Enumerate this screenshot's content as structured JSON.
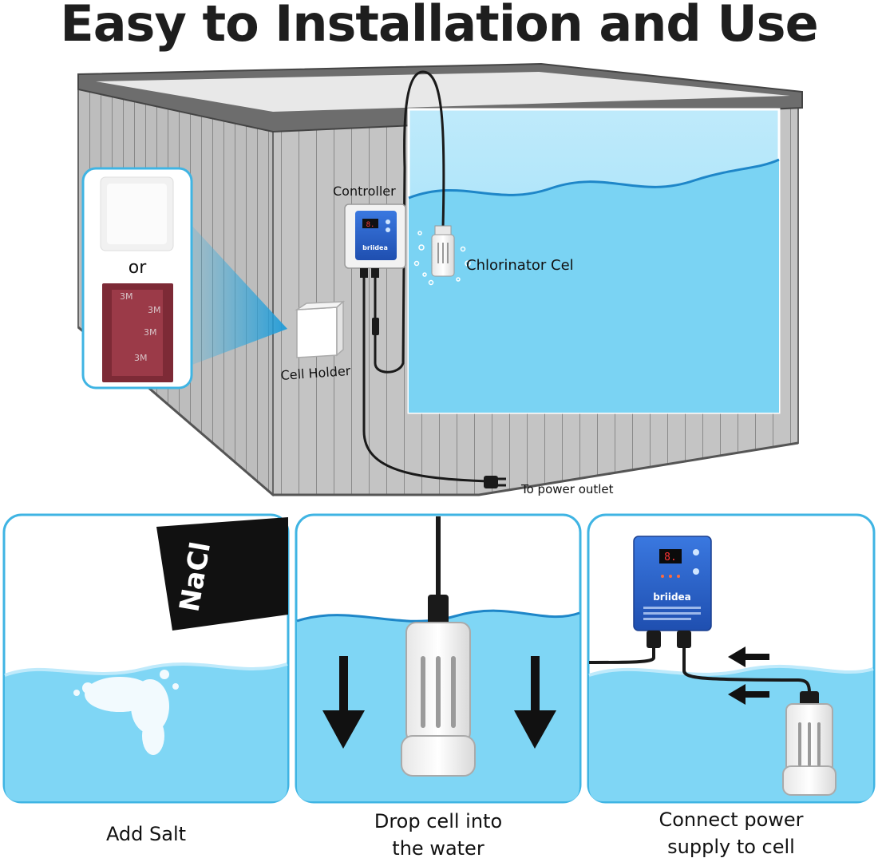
{
  "title": "Easy to Installation and Use",
  "labels": {
    "controller": "Controller",
    "chlorinator": "Chlorinator Cel",
    "cell_holder": "Cell Holder",
    "power_outlet": "To power outlet",
    "or": "or",
    "tape_brand": "3M",
    "salt_bag": "NaCl",
    "device_brand": "briidea"
  },
  "steps": [
    {
      "caption_lines": [
        "Add Salt"
      ]
    },
    {
      "caption_lines": [
        "Drop cell into",
        "the water"
      ]
    },
    {
      "caption_lines": [
        "Connect power",
        "supply to cell"
      ]
    }
  ],
  "colors": {
    "water": "#7fd6f5",
    "water_light": "#bfeafb",
    "wave_line": "#1e86c8",
    "panel_border": "#3fb4e3",
    "wall": "#b7b7b7",
    "rim": "#6b6b6b",
    "controller": "#2a62c9"
  }
}
